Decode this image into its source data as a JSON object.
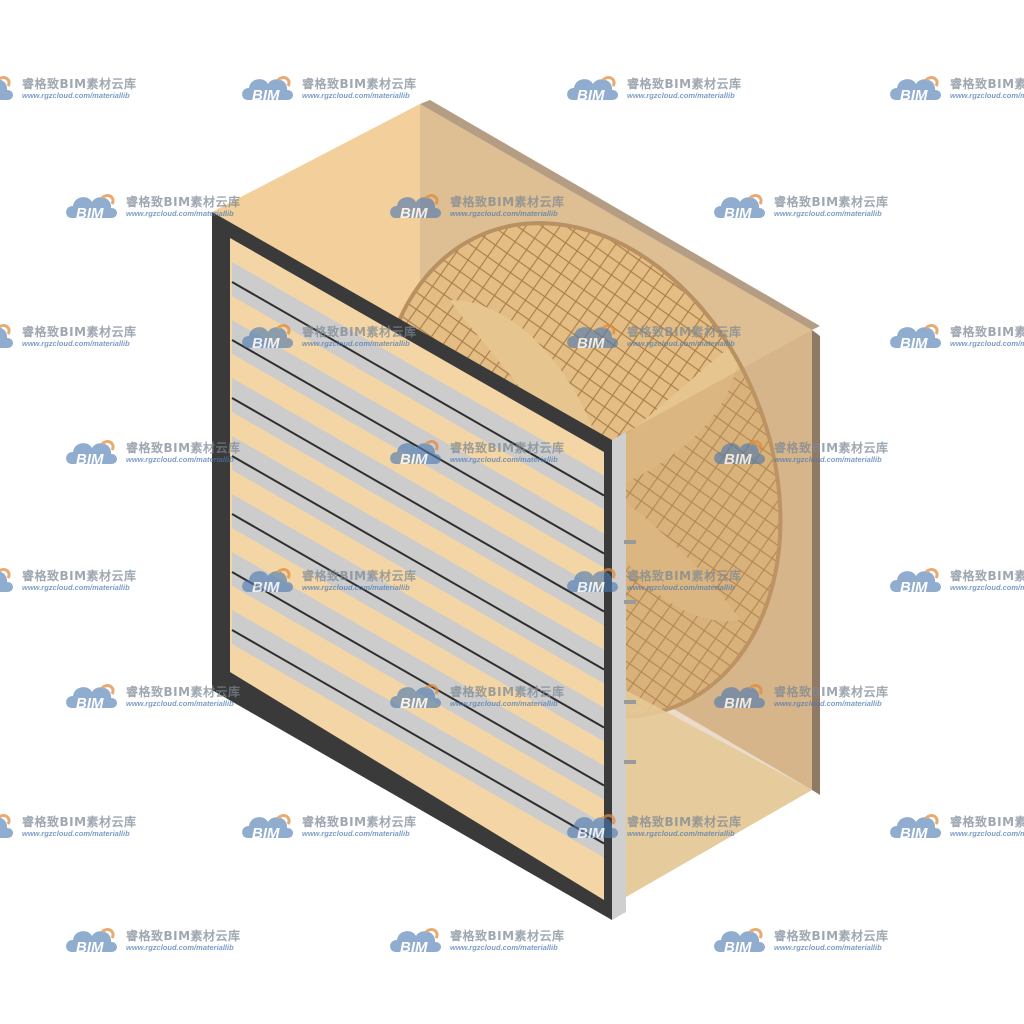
{
  "subject": "box-fan-with-louver-shutter",
  "colors": {
    "housing_light": "#f7e3b4",
    "housing_mid": "#edc891",
    "housing_rear": "#c9a984",
    "fan_grille": "#d7aa72",
    "louver_blade": "#c9c9c9",
    "frame": "#3b3b3b",
    "watermark_brand": "#4a78b0"
  },
  "watermark": {
    "logo_text": "BIM",
    "title": "睿格致BIM素材云库",
    "url": "www.rgzcloud.com/materiallib"
  }
}
